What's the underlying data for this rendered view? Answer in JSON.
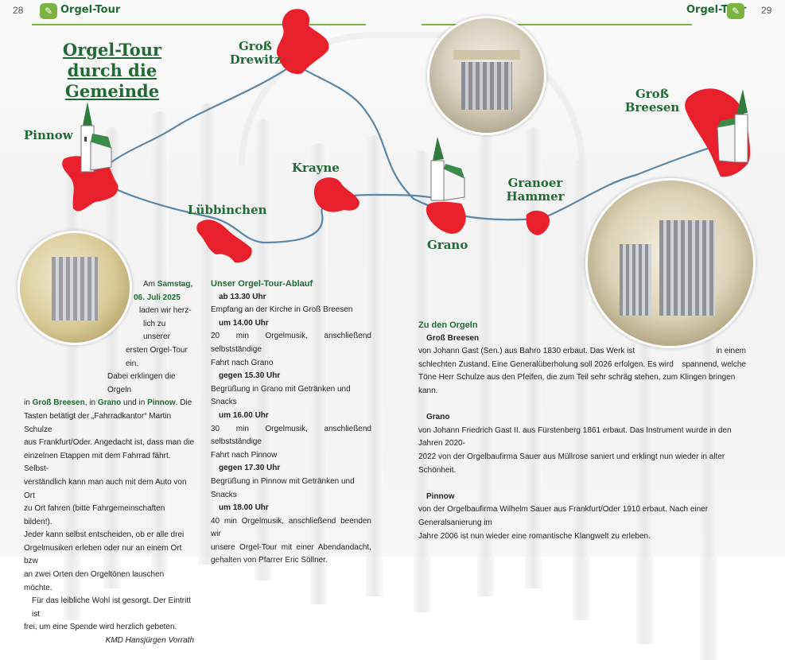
{
  "header": {
    "page_left": "28",
    "page_right": "29",
    "section_left": "Orgel-Tour",
    "section_right": "Orgel-Tour"
  },
  "title_line1": "Orgel-Tour",
  "title_line2": "durch die Gemeinde",
  "places": {
    "gross_drewitz": [
      "Groß",
      "Drewitz"
    ],
    "pinnow": "Pinnow",
    "luebbinchen": "Lübbinchen",
    "krayne": "Krayne",
    "grano": "Grano",
    "granoer_hammer": [
      "Granoer",
      "Hammer"
    ],
    "gross_breesen": [
      "Groß",
      "Breesen"
    ]
  },
  "intro": {
    "l1a": "Am ",
    "l1b": "Samstag,",
    "l2": "06. Juli 2025",
    "l3": "laden wir herz-",
    "l4": "lich zu unserer",
    "l5": "ersten Orgel-Tour ein.",
    "l6": "Dabei erklingen die Orgeln",
    "l7a": "in ",
    "l7b": "Groß Breesen",
    "l7c": ", in ",
    "l7d": "Grano",
    "l7e": " und in ",
    "l7f": "Pinnow",
    "l7g": ". Die",
    "l8": "Tasten betätigt der „Fahrradkantor“ Martin Schulze",
    "l9": "aus Frankfurt/Oder. Angedacht ist, dass man die",
    "l10": "einzelnen Etappen mit dem Fahrrad fährt. Selbst-",
    "l11": "verständlich kann man auch mit dem Auto von Ort",
    "l12": "zu Ort fahren (bitte Fahrgemeinschaften bilden!).",
    "l13": "Jeder kann selbst entscheiden, ob er alle drei",
    "l14": "Orgelmusiken erleben oder nur an einem Ort bzw",
    "l15": "an zwei Orten den Orgeltönen lauschen möchte.",
    "l16": "Für das leibliche Wohl ist gesorgt. Der Eintritt ist",
    "l17": "frei, um eine Spende wird herzlich gebeten.",
    "signature": "KMD Hansjürgen Vorrath"
  },
  "schedule": {
    "title": "Unser Orgel-Tour-Ablauf",
    "items": [
      {
        "time": "ab 13.30 Uhr",
        "lines": [
          "Empfang an der Kirche in Groß Breesen"
        ]
      },
      {
        "time": "um 14.00 Uhr",
        "lines": [
          "20 min Orgelmusik, anschließend selbstständige",
          "Fahrt nach Grano"
        ]
      },
      {
        "time": "gegen 15.30 Uhr",
        "lines": [
          "Begrüßung in Grano mit Getränken und Snacks"
        ]
      },
      {
        "time": "um 16.00 Uhr",
        "lines": [
          "30 min Orgelmusik, anschließend selbstständige",
          "Fahrt nach Pinnow"
        ]
      },
      {
        "time": "gegen 17.30 Uhr",
        "lines": [
          "Begrüßung in Pinnow mit Getränken und Snacks"
        ]
      },
      {
        "time": "um 18.00 Uhr",
        "lines": [
          "40 min Orgelmusik, anschließend beenden wir",
          "unsere Orgel-Tour mit einer Abendandacht,",
          "gehalten von Pfarrer Eric Söllner."
        ]
      }
    ]
  },
  "organs": {
    "title": "Zu den Orgeln",
    "items": [
      {
        "name": "Groß Breesen",
        "l1a": "von Johann Gast (Sen.) aus Bahro 1830 erbaut. Das Werk ist",
        "l1b": "in einem",
        "l2a": "schlechten Zustand. Eine Generalüberholung soll 2026 erfolgen. Es wird",
        "l2b": "spannend, welche",
        "l3": "Töne Herr Schulze aus den Pfeifen, die zum Teil sehr schräg stehen, zum Klingen bringen kann."
      },
      {
        "name": "Grano",
        "l1": "von Johann Friedrich Gast II. aus Fürstenberg 1861 erbaut. Das Instrument wurde in den Jahren 2020-",
        "l2": "2022 von der Orgelbaufirma Sauer aus Müllrose saniert und erklingt nun wieder in alter Schönheit."
      },
      {
        "name": "Pinnow",
        "l1": "von der Orgelbaufirma Wilhelm Sauer aus Frankfurt/Oder 1910 erbaut. Nach einer Generalsanierung im",
        "l2": "Jahre 2006 ist nun wieder eine romantische Klangwelt zu erleben."
      }
    ]
  },
  "colors": {
    "accent_green": "#1f6b33",
    "logo_green": "#7cb342",
    "marker_red": "#e8202b",
    "route_blue": "#5b86a8"
  },
  "icons": [
    "church-icon",
    "organ-photo",
    "bicycle-logo-icon"
  ]
}
